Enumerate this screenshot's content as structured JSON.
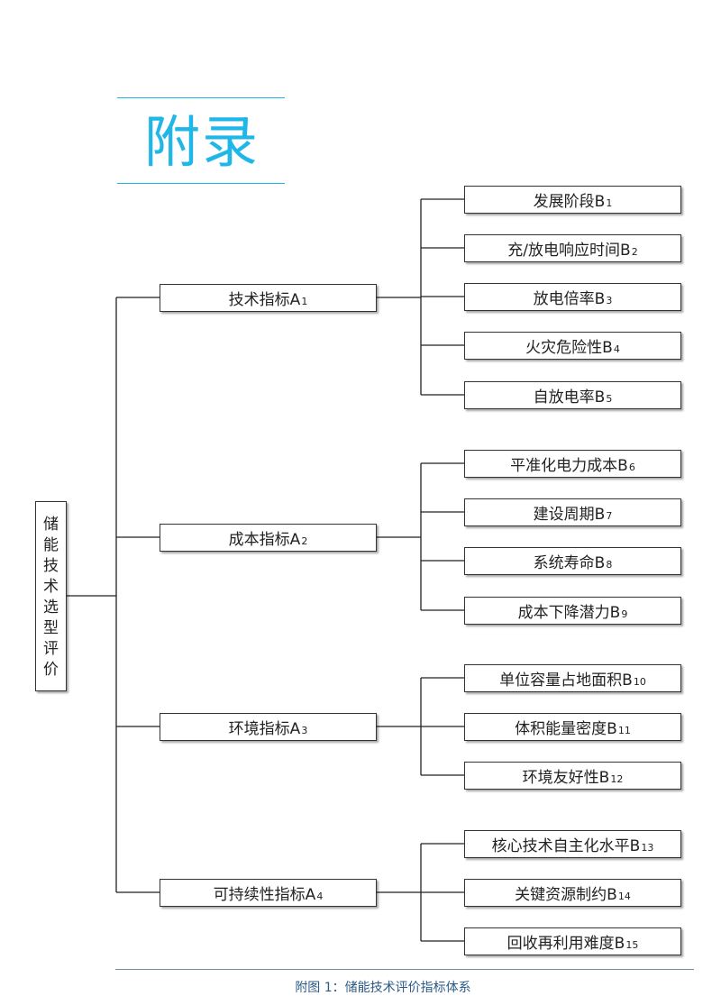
{
  "page": {
    "heading": "附录",
    "caption": "附图 1：储能技术评价指标体系",
    "accent_color": "#1fb6e8",
    "caption_color": "#2c5a86"
  },
  "tree": {
    "root": "储能技术选型评价",
    "groups": [
      {
        "label": "技术指标",
        "sub": "1",
        "prefix": "A",
        "children": [
          {
            "label": "发展阶段",
            "sub": "1"
          },
          {
            "label": "充/放电响应时间",
            "sub": "2"
          },
          {
            "label": "放电倍率",
            "sub": "3"
          },
          {
            "label": "火灾危险性",
            "sub": "4"
          },
          {
            "label": "自放电率",
            "sub": "5"
          }
        ]
      },
      {
        "label": "成本指标",
        "sub": "2",
        "prefix": "A",
        "children": [
          {
            "label": "平准化电力成本",
            "sub": "6"
          },
          {
            "label": "建设周期",
            "sub": "7"
          },
          {
            "label": "系统寿命",
            "sub": "8"
          },
          {
            "label": "成本下降潜力",
            "sub": "9"
          }
        ]
      },
      {
        "label": "环境指标",
        "sub": "3",
        "prefix": "A",
        "children": [
          {
            "label": "单位容量占地面积",
            "sub": "10"
          },
          {
            "label": "体积能量密度",
            "sub": "11"
          },
          {
            "label": "环境友好性",
            "sub": "12"
          }
        ]
      },
      {
        "label": "可持续性指标",
        "sub": "4",
        "prefix": "A",
        "children": [
          {
            "label": "核心技术自主化水平",
            "sub": "13"
          },
          {
            "label": "关键资源制约",
            "sub": "14"
          },
          {
            "label": "回收再利用难度",
            "sub": "15"
          }
        ]
      }
    ]
  }
}
